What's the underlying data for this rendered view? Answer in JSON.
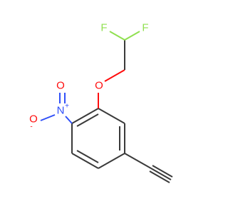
{
  "molecule": {
    "atoms": {
      "f1": {
        "symbol": "F",
        "color": "#90e050"
      },
      "f2": {
        "symbol": "F",
        "color": "#90e050"
      },
      "o_ether": {
        "symbol": "O",
        "color": "#ff0d0d"
      },
      "n_nitro": {
        "symbol": "N",
        "charge": "+",
        "color": "#3050f8"
      },
      "o_nitro_double": {
        "symbol": "O",
        "color": "#ff0d0d"
      },
      "o_nitro_single": {
        "symbol": "O",
        "charge": "-",
        "color": "#ff0d0d"
      }
    },
    "bond_color": "#3a3a3a"
  }
}
